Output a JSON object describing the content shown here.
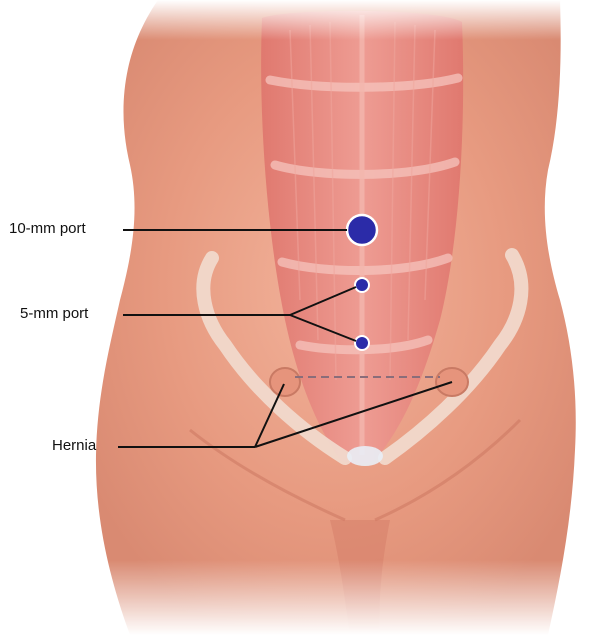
{
  "labels": {
    "port_10mm": "10-mm port",
    "port_5mm": "5-mm port",
    "hernia": "Hernia"
  },
  "colors": {
    "skin_light": "#f4b9a3",
    "skin_mid": "#e89a80",
    "skin_dark": "#d27660",
    "muscle": "#e8847c",
    "muscle_light": "#f1aaa2",
    "port_fill": "#2b2ba8",
    "port_edge": "#ffffff",
    "leader_line": "#111111",
    "ligament": "#f3dcd0"
  },
  "icons": {
    "port_10mm": "large-port-circle",
    "port_5mm": "small-port-circle",
    "hernia": "hernia-bulge"
  }
}
